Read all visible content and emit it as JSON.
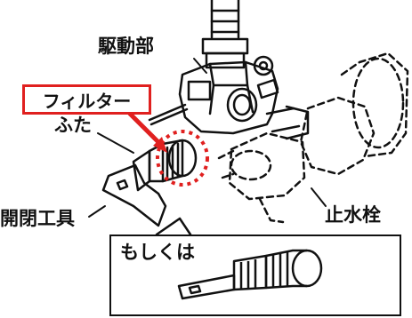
{
  "labels": {
    "drive_unit": "駆動部",
    "filter": "フィルター",
    "lid": "ふた",
    "opening_tool": "開閉工具",
    "stop_valve": "止水栓",
    "alternatively": "もしくは"
  },
  "colors": {
    "highlight": "#e0201f",
    "line": "#111111",
    "background": "#ffffff"
  }
}
